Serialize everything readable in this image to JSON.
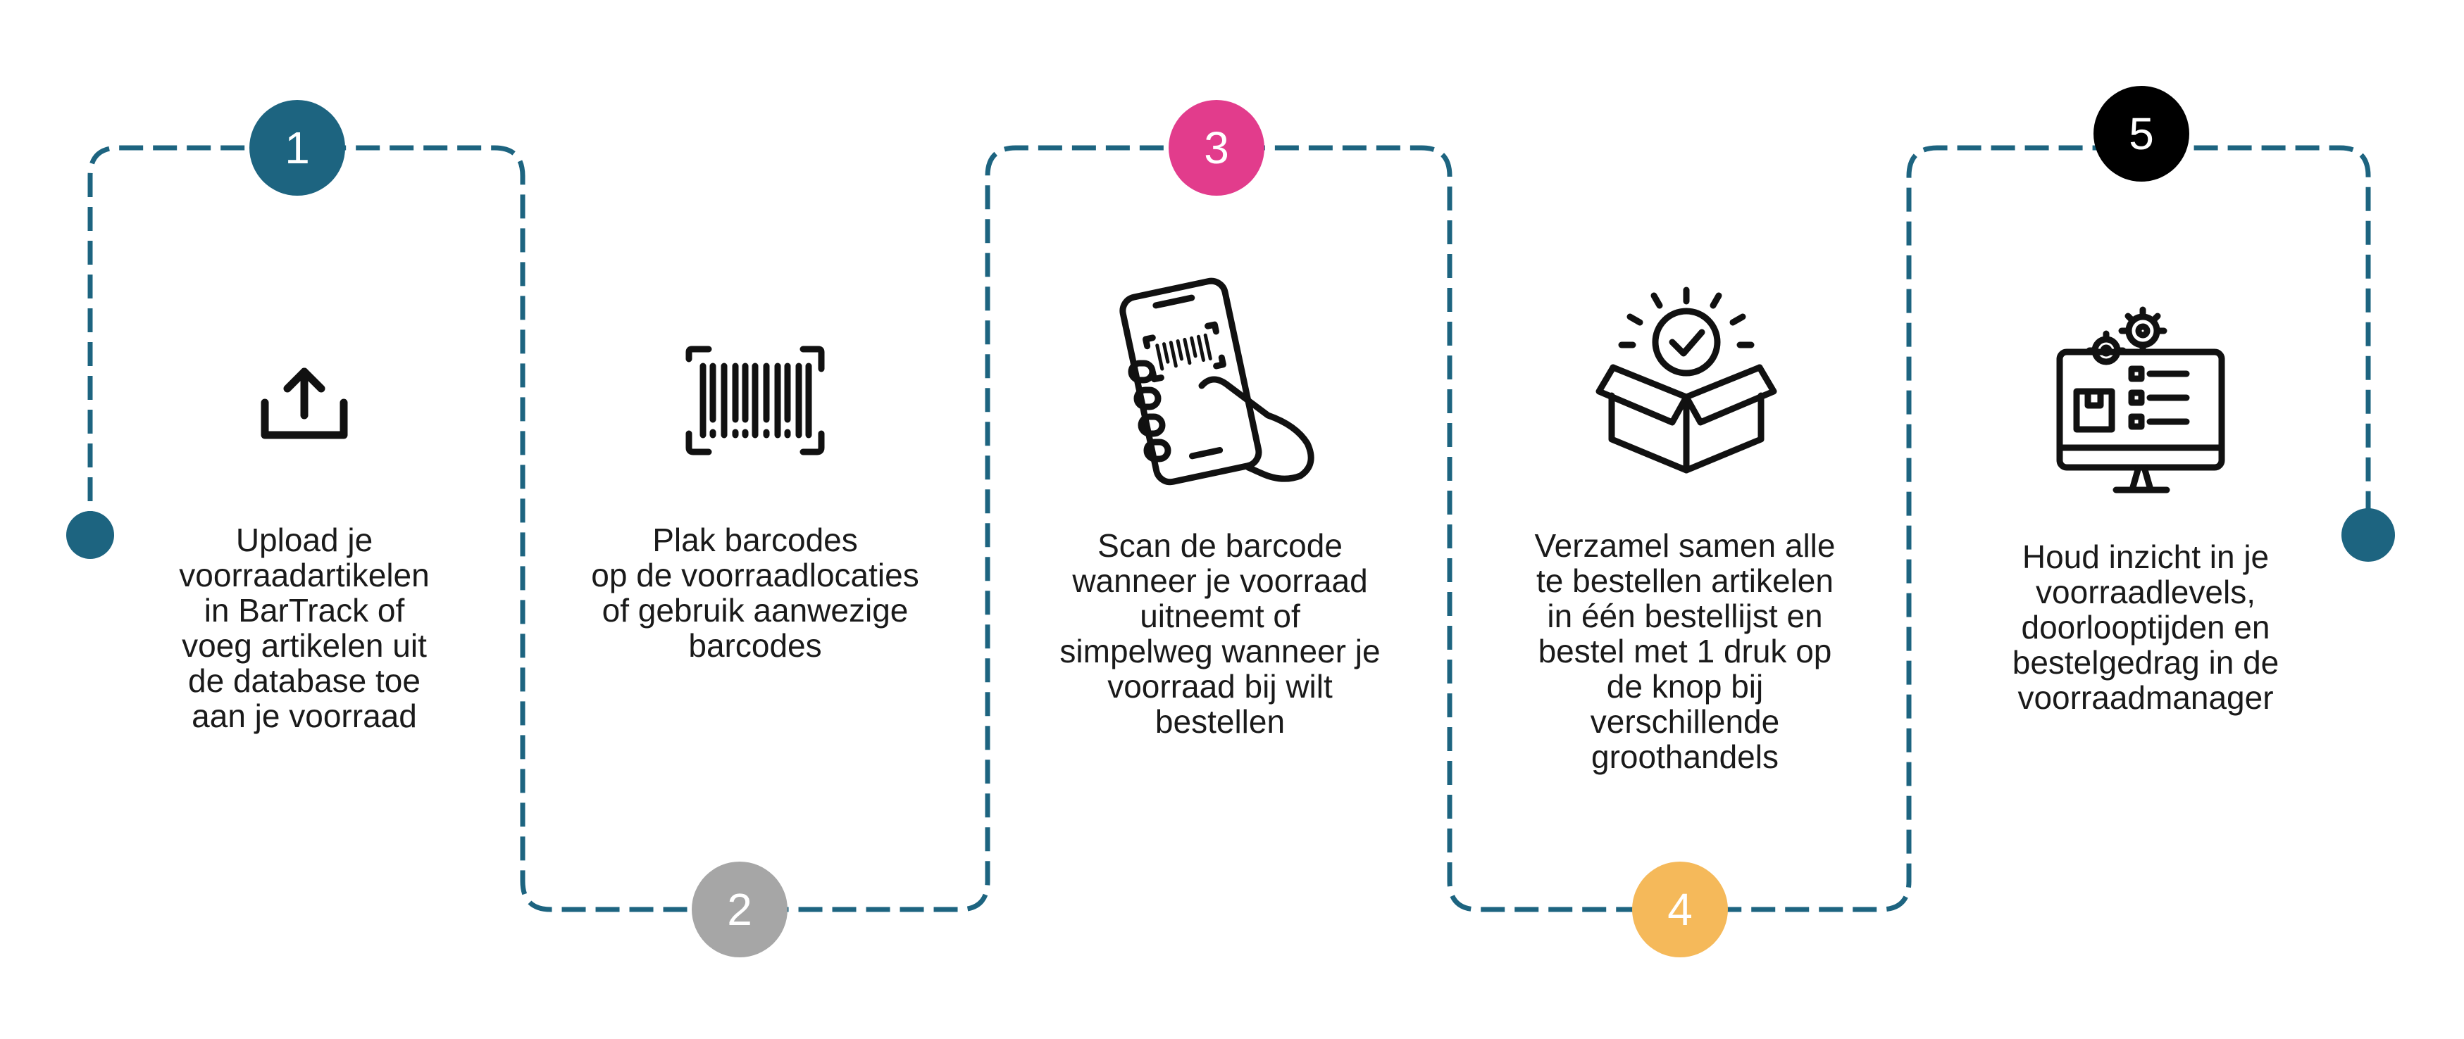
{
  "colors": {
    "path": "#1d6480",
    "icon": "#111111",
    "badge1": "#1d6480",
    "badge2": "#a6a6a6",
    "badge3": "#e23c8c",
    "badge4": "#f5b95a",
    "badge5": "#000000",
    "end_dots": "#1d6480"
  },
  "steps": [
    {
      "number": "1",
      "icon": "upload-icon",
      "lines": [
        "Upload je",
        "voorraadartikelen",
        "in BarTrack of",
        "voeg artikelen uit",
        "de database toe",
        "aan je voorraad"
      ]
    },
    {
      "number": "2",
      "icon": "barcode-icon",
      "lines": [
        "Plak barcodes",
        "op de voorraadlocaties",
        "of gebruik aanwezige",
        "barcodes"
      ]
    },
    {
      "number": "3",
      "icon": "phone-scan-icon",
      "lines": [
        "Scan de barcode",
        "wanneer je voorraad",
        "uitneemt of",
        "simpelweg wanneer je",
        "voorraad bij wilt",
        "bestellen"
      ]
    },
    {
      "number": "4",
      "icon": "box-check-icon",
      "lines": [
        "Verzamel samen alle",
        "te bestellen artikelen",
        "in één bestellijst en",
        "bestel met 1 druk op",
        "de knop bij",
        "verschillende",
        "groothandels"
      ]
    },
    {
      "number": "5",
      "icon": "monitor-dashboard-icon",
      "lines": [
        "Houd inzicht in je",
        "voorraadlevels,",
        "doorlooptijden en",
        "bestelgedrag in de",
        "voorraadmanager"
      ]
    }
  ]
}
